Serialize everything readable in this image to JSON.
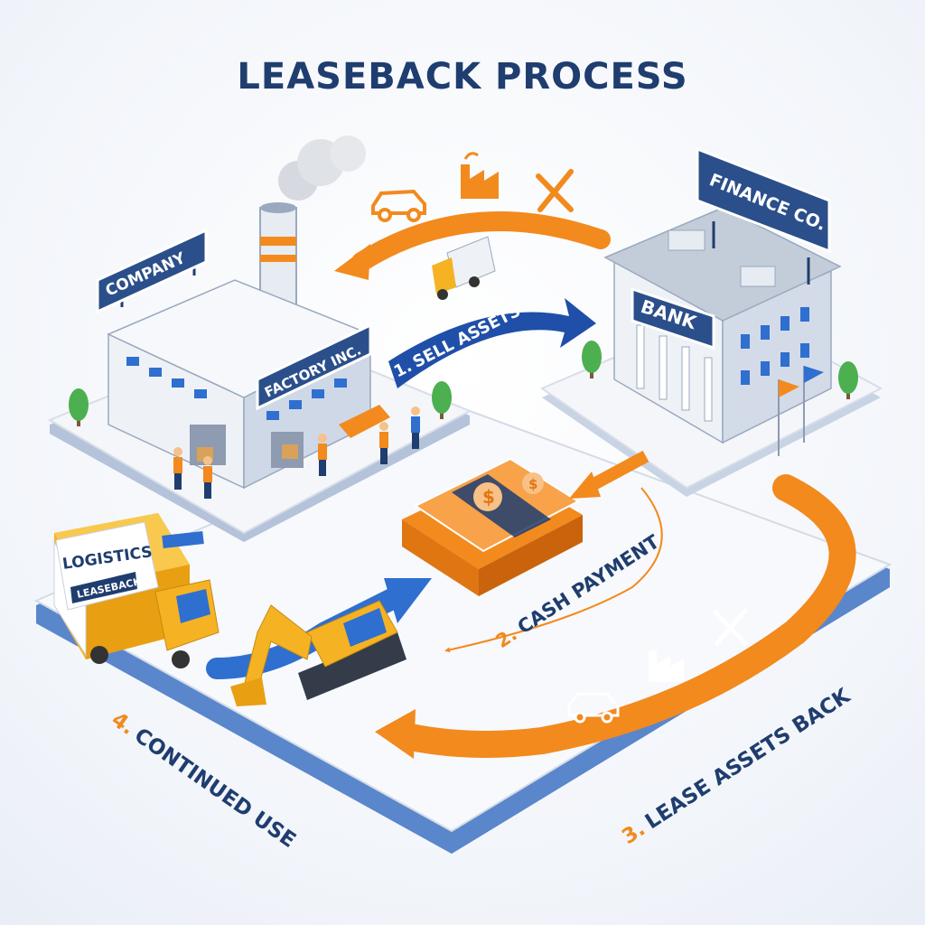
{
  "title": "LEASEBACK PROCESS",
  "signs": {
    "company": "COMPANY",
    "factory": "FACTORY INC.",
    "finance": "FINANCE CO.",
    "bank": "BANK",
    "truck_top": "LOGISTICS",
    "truck_bottom": "LEASEBACK"
  },
  "steps": [
    {
      "number": "1.",
      "label": "SELL ASSETS"
    },
    {
      "number": "2.",
      "label": "CASH PAYMENT"
    },
    {
      "number": "3.",
      "label": "LEASE ASSETS BACK"
    },
    {
      "number": "4.",
      "label": "CONTINUED USE"
    }
  ],
  "icons": [
    "car-icon",
    "factory-icon",
    "wrench-screwdriver-icon"
  ],
  "colors": {
    "navy": "#1f3d6e",
    "blue": "#2f6fd0",
    "orange": "#f28a1e",
    "yellow": "#f5b324",
    "platform": "#f4f6fa",
    "platform_edge": "#3f6fbf"
  }
}
